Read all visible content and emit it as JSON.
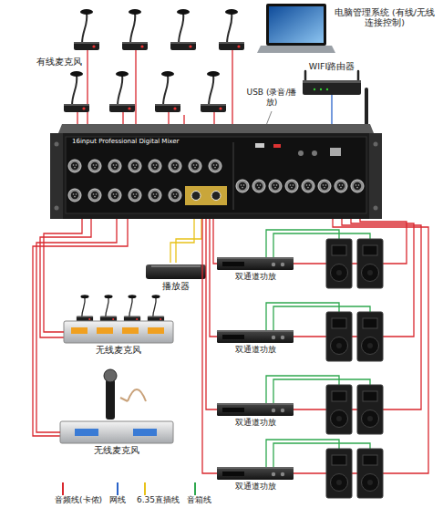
{
  "diagram": {
    "nodes": [
      {
        "text": [
          "有线麦克风"
        ]
      },
      {
        "text": [
          "电脑管理系统 (有线/无线连接控制)"
        ]
      },
      {
        "text": [
          "WIFI路由器"
        ]
      },
      {
        "text": [
          "16input Professional Digital Mixer"
        ]
      },
      {
        "text": [
          "播放器"
        ]
      },
      {
        "text": [
          "无线麦克风"
        ]
      },
      {
        "text": [
          "无线麦克风"
        ]
      },
      {
        "text": [
          "双通道功放"
        ]
      },
      {
        "text": [
          "双通道功放"
        ]
      },
      {
        "text": [
          "双通道功放"
        ]
      },
      {
        "text": [
          "双通道功放"
        ]
      }
    ],
    "edges": [
      {
        "from": 0,
        "to": 3,
        "arrow": "none"
      },
      {
        "from": 2,
        "to": 3,
        "arrow": "none"
      },
      {
        "from": 4,
        "to": 3,
        "arrow": "none"
      },
      {
        "from": 5,
        "to": 3,
        "arrow": "none"
      },
      {
        "from": 6,
        "to": 3,
        "arrow": "none"
      },
      {
        "from": 3,
        "to": 7,
        "arrow": "none"
      },
      {
        "from": 3,
        "to": 8,
        "arrow": "none"
      },
      {
        "from": 3,
        "to": 9,
        "arrow": "none"
      },
      {
        "from": 3,
        "to": 10,
        "arrow": "none"
      }
    ],
    "labels": [
      "USB (录音/播放)"
    ],
    "legend": [
      {
        "text": "音频线(卡侬)"
      },
      {
        "text": "网线"
      },
      {
        "text": "6.35直插线"
      },
      {
        "text": "音箱线"
      }
    ]
  }
}
